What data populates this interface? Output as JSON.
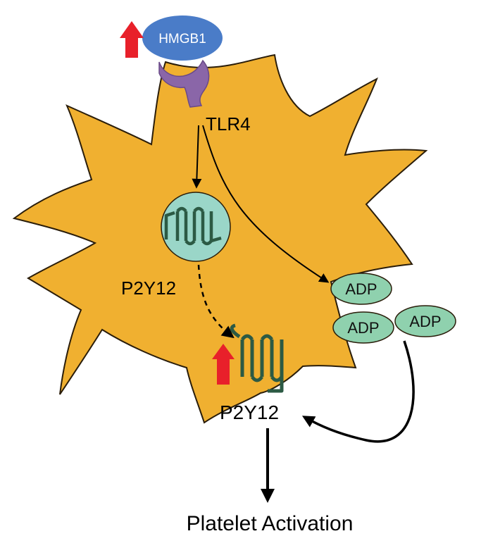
{
  "labels": {
    "hmgb1": "HMGB1",
    "tlr4": "TLR4",
    "p2y12_internal": "P2Y12",
    "p2y12_membrane": "P2Y12",
    "adp_1": "ADP",
    "adp_2": "ADP",
    "adp_3": "ADP",
    "outcome": "Platelet Activation"
  },
  "colors": {
    "cell_fill": "#f0b030",
    "cell_stroke": "#2a1d0a",
    "hmgb1": "#4a7cc8",
    "tlr4": "#8a66a8",
    "vesicle": "#9ad6c8",
    "receptor": "#2c5a44",
    "adp": "#8fd1ae",
    "up_arrow": "#e8202a",
    "arrow": "#000000"
  },
  "icons": {
    "hmgb1_up": "red-up-arrow-icon",
    "p2y12_up": "red-up-arrow-icon"
  }
}
